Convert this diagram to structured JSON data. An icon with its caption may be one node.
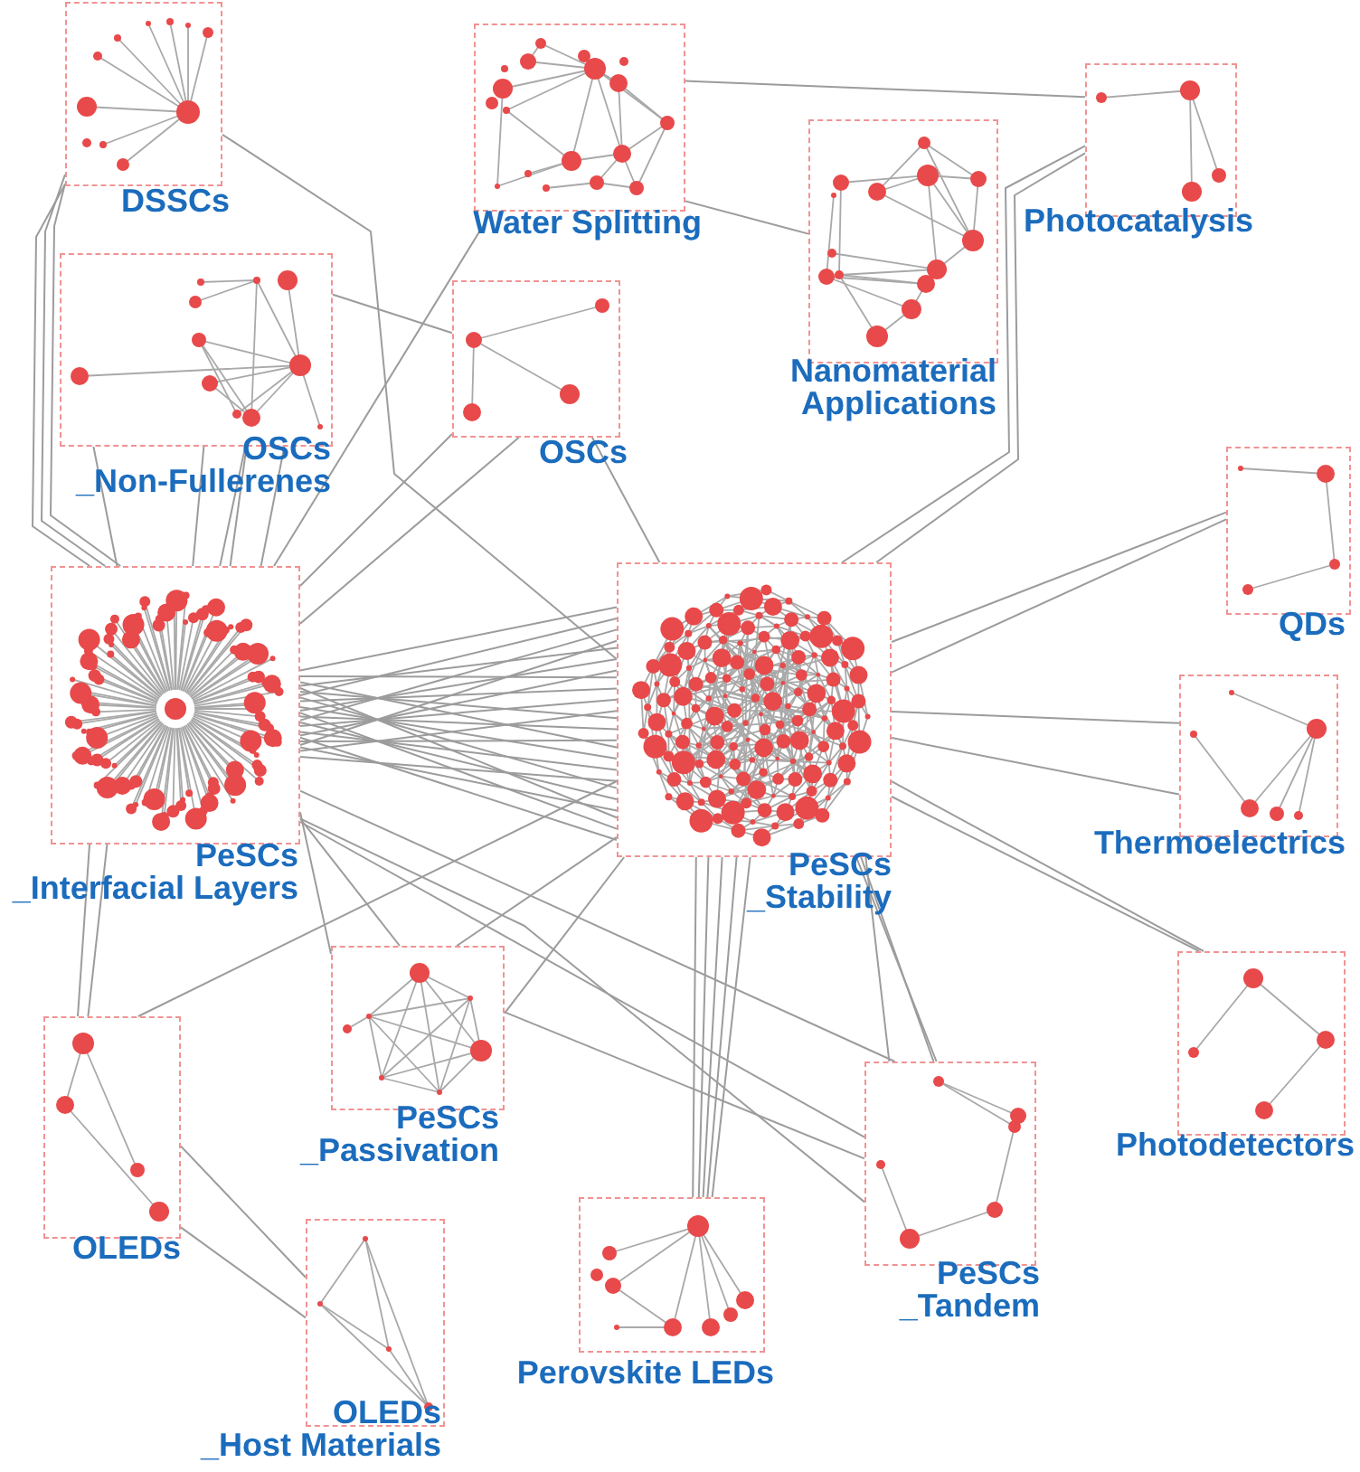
{
  "diagram": {
    "nodes": [
      {
        "text": [
          "DSSCs"
        ]
      },
      {
        "text": [
          "Water Splitting"
        ]
      },
      {
        "text": [
          "Nanomaterial Applications"
        ]
      },
      {
        "text": [
          "Photocatalysis"
        ]
      },
      {
        "text": [
          "OSCs _Non-Fullerenes"
        ]
      },
      {
        "text": [
          "OSCs"
        ]
      },
      {
        "text": [
          "QDs"
        ]
      },
      {
        "text": [
          "PeSCs _Interfacial Layers"
        ]
      },
      {
        "text": [
          "PeSCs _Stability"
        ]
      },
      {
        "text": [
          "Thermoelectrics"
        ]
      },
      {
        "text": [
          "PeSCs _Passivation"
        ]
      },
      {
        "text": [
          "OLEDs"
        ]
      },
      {
        "text": [
          "Photodetectors"
        ]
      },
      {
        "text": [
          "PeSCs _Tandem"
        ]
      },
      {
        "text": [
          "Perovskite LEDs"
        ]
      },
      {
        "text": [
          "OLEDs _Host Materials"
        ]
      }
    ],
    "edges": [
      {
        "from": 0,
        "to": 7,
        "arrow": "none"
      },
      {
        "from": 0,
        "to": 7,
        "arrow": "none"
      },
      {
        "from": 0,
        "to": 7,
        "arrow": "none"
      },
      {
        "from": 0,
        "to": 8,
        "arrow": "none"
      },
      {
        "from": 1,
        "to": 3,
        "arrow": "none"
      },
      {
        "from": 1,
        "to": 2,
        "arrow": "none"
      },
      {
        "from": 1,
        "to": 7,
        "arrow": "none"
      },
      {
        "from": 3,
        "to": 8,
        "arrow": "none"
      },
      {
        "from": 3,
        "to": 8,
        "arrow": "none"
      },
      {
        "from": 4,
        "to": 5,
        "arrow": "none"
      },
      {
        "from": 4,
        "to": 7,
        "arrow": "none"
      },
      {
        "from": 4,
        "to": 7,
        "arrow": "none"
      },
      {
        "from": 4,
        "to": 7,
        "arrow": "none"
      },
      {
        "from": 4,
        "to": 7,
        "arrow": "none"
      },
      {
        "from": 4,
        "to": 7,
        "arrow": "none"
      },
      {
        "from": 5,
        "to": 7,
        "arrow": "none"
      },
      {
        "from": 5,
        "to": 7,
        "arrow": "none"
      },
      {
        "from": 5,
        "to": 8,
        "arrow": "none"
      },
      {
        "from": 6,
        "to": 8,
        "arrow": "none"
      },
      {
        "from": 6,
        "to": 8,
        "arrow": "none"
      },
      {
        "from": 7,
        "to": 8,
        "arrow": "none"
      },
      {
        "from": 7,
        "to": 8,
        "arrow": "none"
      },
      {
        "from": 7,
        "to": 8,
        "arrow": "none"
      },
      {
        "from": 7,
        "to": 8,
        "arrow": "none"
      },
      {
        "from": 7,
        "to": 8,
        "arrow": "none"
      },
      {
        "from": 7,
        "to": 8,
        "arrow": "none"
      },
      {
        "from": 7,
        "to": 8,
        "arrow": "none"
      },
      {
        "from": 7,
        "to": 8,
        "arrow": "none"
      },
      {
        "from": 7,
        "to": 8,
        "arrow": "none"
      },
      {
        "from": 7,
        "to": 8,
        "arrow": "none"
      },
      {
        "from": 7,
        "to": 8,
        "arrow": "none"
      },
      {
        "from": 7,
        "to": 8,
        "arrow": "none"
      },
      {
        "from": 7,
        "to": 8,
        "arrow": "none"
      },
      {
        "from": 7,
        "to": 8,
        "arrow": "none"
      },
      {
        "from": 7,
        "to": 8,
        "arrow": "none"
      },
      {
        "from": 7,
        "to": 8,
        "arrow": "none"
      },
      {
        "from": 7,
        "to": 8,
        "arrow": "none"
      },
      {
        "from": 7,
        "to": 8,
        "arrow": "none"
      },
      {
        "from": 7,
        "to": 8,
        "arrow": "none"
      },
      {
        "from": 7,
        "to": 8,
        "arrow": "none"
      },
      {
        "from": 7,
        "to": 8,
        "arrow": "none"
      },
      {
        "from": 7,
        "to": 8,
        "arrow": "none"
      },
      {
        "from": 7,
        "to": 8,
        "arrow": "none"
      },
      {
        "from": 7,
        "to": 8,
        "arrow": "none"
      },
      {
        "from": 8,
        "to": 9,
        "arrow": "none"
      },
      {
        "from": 8,
        "to": 9,
        "arrow": "none"
      },
      {
        "from": 8,
        "to": 12,
        "arrow": "none"
      },
      {
        "from": 8,
        "to": 12,
        "arrow": "none"
      },
      {
        "from": 8,
        "to": 13,
        "arrow": "none"
      },
      {
        "from": 8,
        "to": 13,
        "arrow": "none"
      },
      {
        "from": 8,
        "to": 13,
        "arrow": "none"
      },
      {
        "from": 8,
        "to": 14,
        "arrow": "none"
      },
      {
        "from": 8,
        "to": 14,
        "arrow": "none"
      },
      {
        "from": 8,
        "to": 14,
        "arrow": "none"
      },
      {
        "from": 8,
        "to": 14,
        "arrow": "none"
      },
      {
        "from": 8,
        "to": 14,
        "arrow": "none"
      },
      {
        "from": 8,
        "to": 10,
        "arrow": "none"
      },
      {
        "from": 8,
        "to": 10,
        "arrow": "none"
      },
      {
        "from": 7,
        "to": 10,
        "arrow": "none"
      },
      {
        "from": 7,
        "to": 10,
        "arrow": "none"
      },
      {
        "from": 7,
        "to": 11,
        "arrow": "none"
      },
      {
        "from": 7,
        "to": 11,
        "arrow": "none"
      },
      {
        "from": 8,
        "to": 11,
        "arrow": "none"
      },
      {
        "from": 11,
        "to": 15,
        "arrow": "none"
      },
      {
        "from": 11,
        "to": 15,
        "arrow": "none"
      },
      {
        "from": 7,
        "to": 13,
        "arrow": "none"
      },
      {
        "from": 7,
        "to": 13,
        "arrow": "none"
      },
      {
        "from": 7,
        "to": 13,
        "arrow": "none"
      },
      {
        "from": 10,
        "to": 13,
        "arrow": "none"
      }
    ]
  }
}
